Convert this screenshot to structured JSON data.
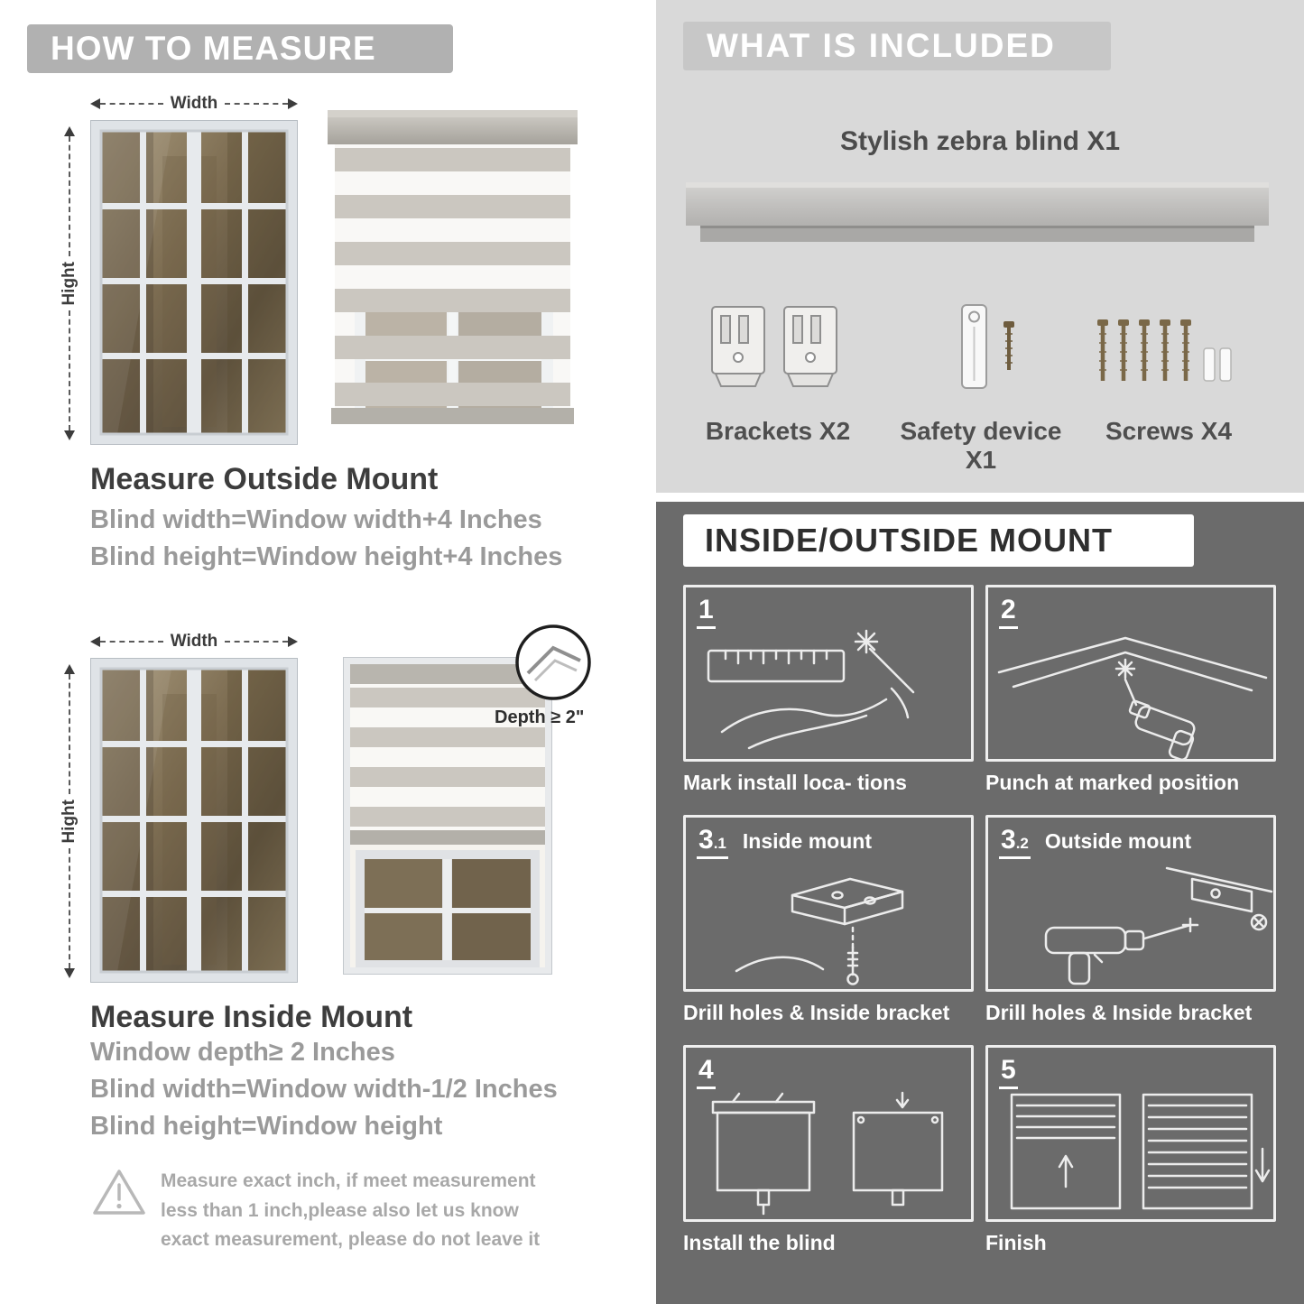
{
  "left": {
    "header": "HOW TO MEASURE",
    "labels": {
      "width": "Width",
      "height": "Hight",
      "depth": "Depth ≥ 2\""
    },
    "outside": {
      "title": "Measure Outside Mount",
      "lines": [
        "Blind width=Window width+4 Inches",
        "Blind height=Window height+4 Inches"
      ]
    },
    "inside": {
      "title": "Measure Inside Mount",
      "lines": [
        "Window depth≥ 2 Inches",
        "Blind width=Window width-1/2 Inches",
        "Blind height=Window height"
      ]
    },
    "warning": "Measure exact inch, if meet measurement less than 1 inch,please also let us know exact measurement, please do not leave it"
  },
  "right": {
    "included": {
      "header": "WHAT IS INCLUDED",
      "product": "Stylish zebra blind X1",
      "items": [
        "Brackets X2",
        "Safety device X1",
        "Screws X4"
      ]
    },
    "mount": {
      "header": "INSIDE/OUTSIDE MOUNT",
      "steps": [
        {
          "num": "1",
          "caption": "Mark install loca- tions"
        },
        {
          "num": "2",
          "caption": "Punch at  marked position"
        },
        {
          "num": "3",
          "sub": ".1",
          "title": "Inside mount",
          "caption": "Drill holes &  Inside bracket"
        },
        {
          "num": "3",
          "sub": ".2",
          "title": "Outside mount",
          "caption": "Drill holes &  Inside bracket"
        },
        {
          "num": "4",
          "caption": "Install the blind"
        },
        {
          "num": "5",
          "caption": "Finish"
        }
      ]
    }
  },
  "colors": {
    "header_gray": "#b1b1b1",
    "panel_light": "#d9d9d9",
    "panel_dark": "#6b6b6b"
  }
}
